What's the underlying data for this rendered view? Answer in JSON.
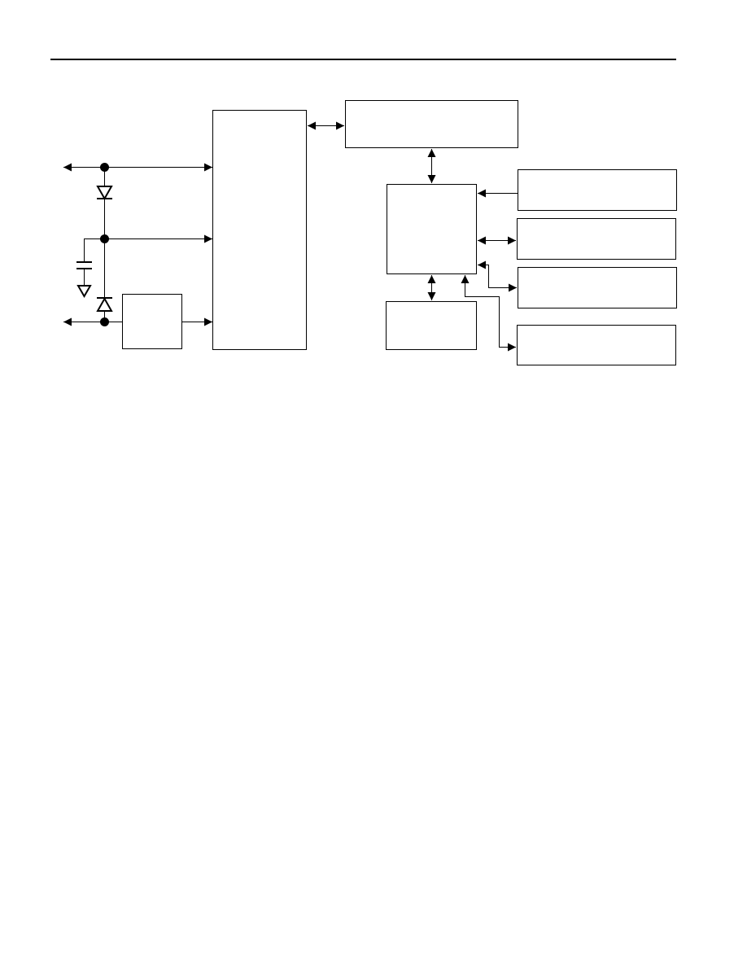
{
  "page": {
    "header_rule": true
  },
  "diagram": {
    "blocks": [
      {
        "name": "main-controller-block",
        "label": ""
      },
      {
        "name": "regulator-block",
        "label": ""
      },
      {
        "name": "top-interface-block",
        "label": ""
      },
      {
        "name": "central-hub-block",
        "label": ""
      },
      {
        "name": "lower-memory-block",
        "label": ""
      },
      {
        "name": "peripheral-block-1",
        "label": ""
      },
      {
        "name": "peripheral-block-2",
        "label": ""
      },
      {
        "name": "peripheral-block-3",
        "label": ""
      },
      {
        "name": "peripheral-block-4",
        "label": ""
      }
    ],
    "colors": {
      "stroke": "#000000",
      "background": "#ffffff"
    }
  }
}
